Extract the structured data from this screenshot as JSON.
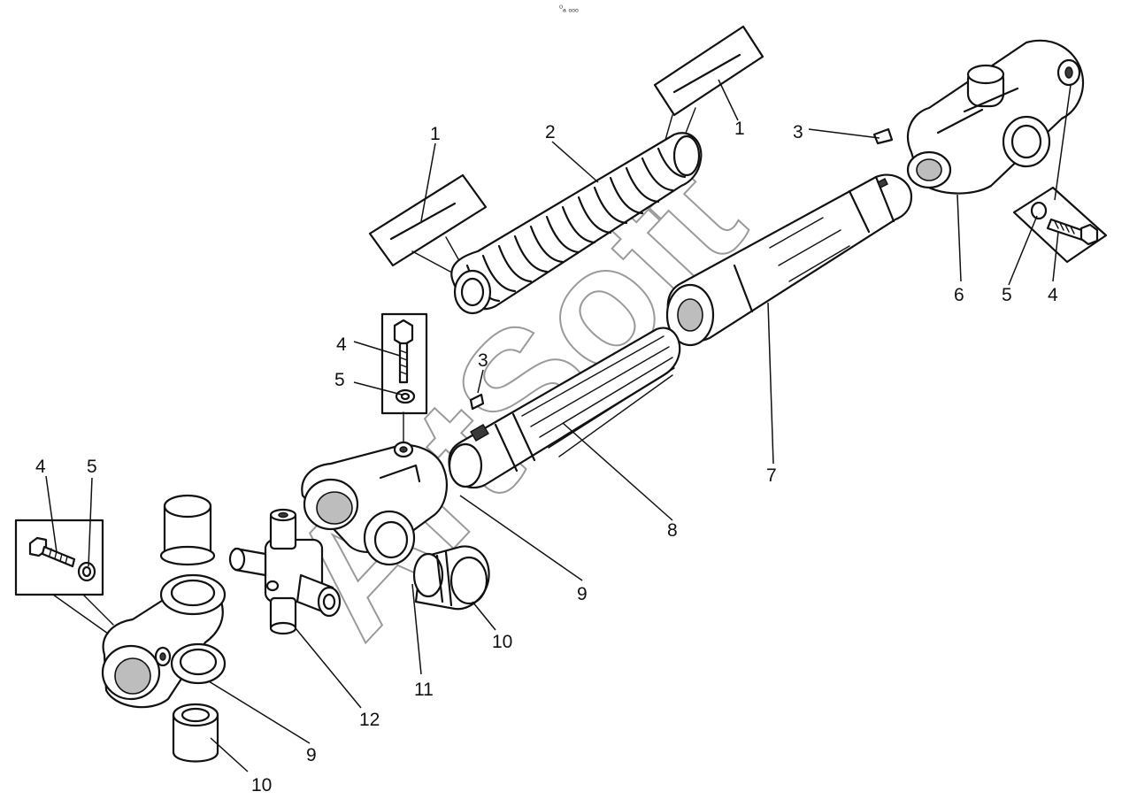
{
  "header_mark": "⁰ₐ ₒₒₒ",
  "watermark": "ArtSoft",
  "callouts": {
    "c1a": "1",
    "c1b": "1",
    "c2": "2",
    "c3a": "3",
    "c3b": "3",
    "c4a": "4",
    "c4b": "4",
    "c4c": "4",
    "c5a": "5",
    "c5b": "5",
    "c5c": "5",
    "c6": "6",
    "c7": "7",
    "c8": "8",
    "c9a": "9",
    "c9b": "9",
    "c10a": "10",
    "c10b": "10",
    "c11": "11",
    "c12": "12"
  },
  "parts": [
    {
      "id": "1",
      "name": "clamp"
    },
    {
      "id": "2",
      "name": "boot"
    },
    {
      "id": "3",
      "name": "key"
    },
    {
      "id": "4",
      "name": "bolt"
    },
    {
      "id": "5",
      "name": "lock-washer"
    },
    {
      "id": "6",
      "name": "yoke-assembly"
    },
    {
      "id": "7",
      "name": "splined-sleeve-shaft"
    },
    {
      "id": "8",
      "name": "splined-shaft"
    },
    {
      "id": "9",
      "name": "yoke"
    },
    {
      "id": "10",
      "name": "bearing-cup"
    },
    {
      "id": "11",
      "name": "seal"
    },
    {
      "id": "12",
      "name": "cross-spider"
    }
  ]
}
